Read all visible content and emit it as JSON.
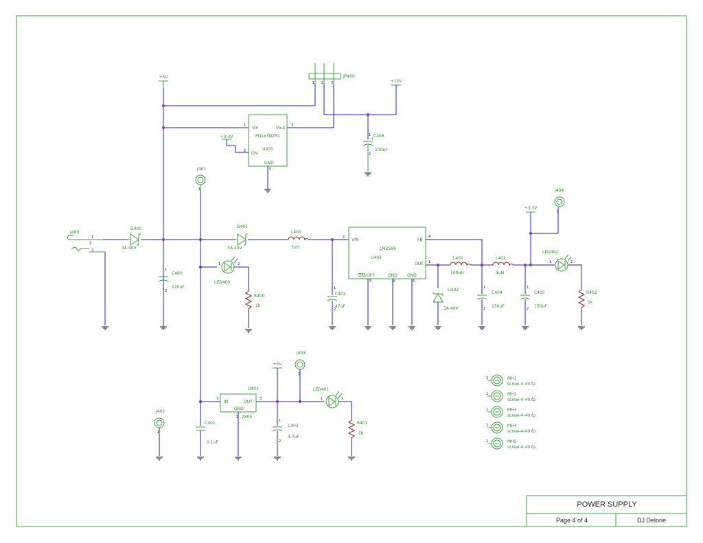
{
  "title_block": {
    "title": "POWER SUPPLY",
    "page": "Page 4 of 4",
    "author": "DJ Delorie"
  },
  "colors": {
    "frame": "#3aa03a",
    "wire": "#1a1ad8",
    "component": "#3aa03a",
    "label": "#2e8b2e",
    "junction": "#9b30c0"
  },
  "net_labels": {
    "p5v_top": "+5V",
    "p12v": "+12V",
    "p33v_u400": "+3.3V",
    "p33v_right": "+3.3V",
    "p5v_low": "+5V"
  },
  "components": {
    "jp400": {
      "ref": "JP400",
      "pins": [
        "1",
        "2",
        "3"
      ]
    },
    "u400": {
      "ref": "U400",
      "part": "PQ1x3DZ51",
      "vin": "Vin",
      "vout": "Vout",
      "on": "ON",
      "gnd": "GND",
      "pin_vin": "1",
      "pin_vout": "3",
      "pin_on": "2",
      "pin_gnd": "5"
    },
    "c406": {
      "ref": "C406",
      "value": "100uF",
      "plus": "+",
      "minus": "+",
      "pin": "1",
      "pin2": "2"
    },
    "j401": {
      "ref": "J401",
      "pin": "1"
    },
    "j400": {
      "ref": "J400",
      "pin1": "1",
      "pin2": "2",
      "pin3": "3"
    },
    "d400": {
      "ref": "D400",
      "value": "3A 40V"
    },
    "d401": {
      "ref": "D401",
      "value": "3A 40V"
    },
    "c400": {
      "ref": "C400",
      "value": "220uF",
      "pin1": "1",
      "pin2": "2"
    },
    "led400": {
      "ref": "LED400",
      "pin1": "1",
      "pin2": "2"
    },
    "r400": {
      "ref": "R400",
      "value": "1k"
    },
    "l400": {
      "ref": "L400",
      "value": "3uH"
    },
    "u402": {
      "ref": "U402",
      "part": "LM2596",
      "vin": "VIN",
      "fb": "FB",
      "out": "OUT",
      "onoff": "ON/OFF",
      "onoff_bar": "ON",
      "onoff_rest": "/OFF",
      "gnd1": "GND",
      "gnd2": "GND",
      "pin_vin": "2",
      "pin_fb": "4",
      "pin_out": "1",
      "pin_onoff": "5",
      "pin_gnd1": "3",
      "pin_gnd2": "6"
    },
    "c402": {
      "ref": "C402",
      "value": "47uF",
      "pin1": "1",
      "pin2": "2"
    },
    "l401": {
      "ref": "L401",
      "value": "100uH"
    },
    "d402": {
      "ref": "D402",
      "value": "3A 40V"
    },
    "l402": {
      "ref": "L402",
      "value": "3uH"
    },
    "c404": {
      "ref": "C404",
      "value": "150uF",
      "pin1": "1",
      "pin2": "2"
    },
    "c405": {
      "ref": "C405",
      "value": "150uF",
      "pin1": "1",
      "pin2": "2"
    },
    "j404": {
      "ref": "J404",
      "pin": "1"
    },
    "led402": {
      "ref": "LED402",
      "pin1": "1",
      "pin2": "2"
    },
    "r402": {
      "ref": "R402",
      "value": "1k"
    },
    "j403": {
      "ref": "J403",
      "pin": "1"
    },
    "u401": {
      "ref": "U401",
      "part": "7805",
      "in": "IN",
      "out": "OUT",
      "gnd": "GND",
      "pin_in": "1",
      "pin_out": "3",
      "pin_gnd": "2"
    },
    "c401": {
      "ref": "C401",
      "value": "0.1uF"
    },
    "c403": {
      "ref": "C403",
      "value": "4.7uF",
      "pin1": "1",
      "pin2": "2"
    },
    "led401": {
      "ref": "LED401",
      "pin1": "1",
      "pin2": "2"
    },
    "r401": {
      "ref": "R401",
      "value": "1k"
    },
    "j402": {
      "ref": "J402",
      "pin": "1"
    }
  },
  "mounting_holes": [
    {
      "ref": "MH1",
      "footprint": "screw-4-40.fp",
      "pin": "1"
    },
    {
      "ref": "MH2",
      "footprint": "screw-4-40.fp",
      "pin": "1"
    },
    {
      "ref": "MH3",
      "footprint": "screw-4-40.fp",
      "pin": "1"
    },
    {
      "ref": "MH4",
      "footprint": "screw-4-40.fp",
      "pin": "1"
    },
    {
      "ref": "MH5",
      "footprint": "screw-4-40.fp",
      "pin": "1"
    }
  ]
}
